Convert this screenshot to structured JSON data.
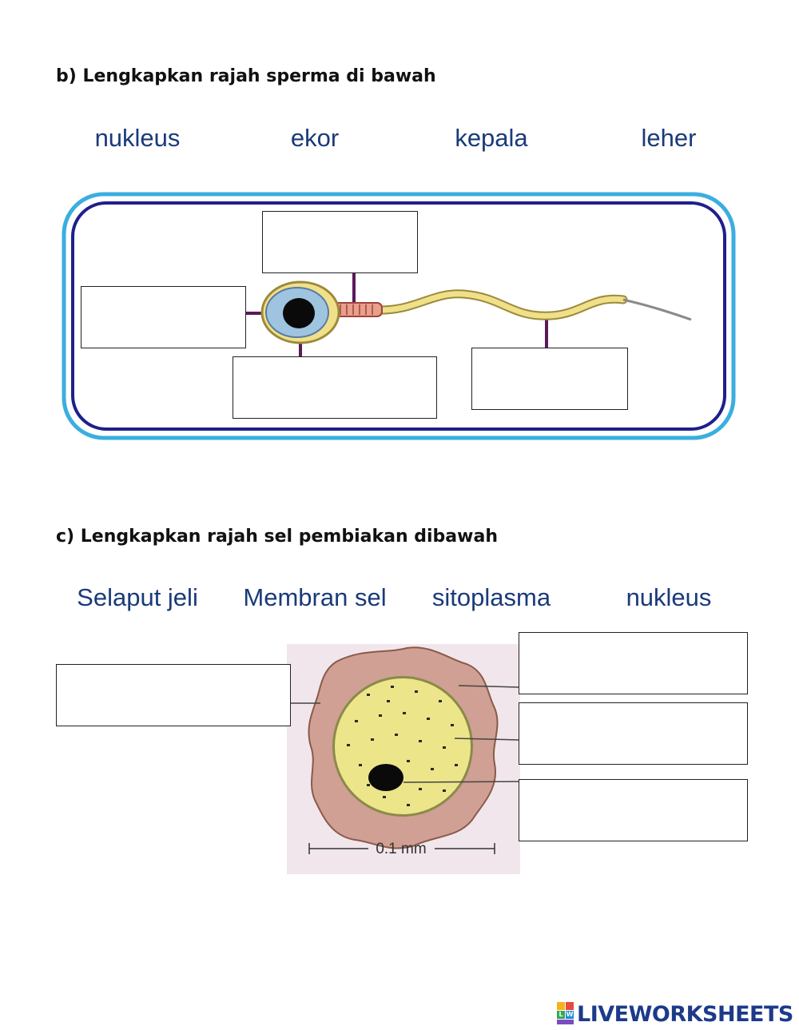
{
  "section_b": {
    "heading": "b) Lengkapkan rajah sperma di bawah",
    "words": [
      "nukleus",
      "ekor",
      "kepala",
      "leher"
    ]
  },
  "section_c": {
    "heading": "c) Lengkapkan rajah sel pembiakan dibawah",
    "words": [
      "Selaput jeli",
      "Membran sel",
      "sitoplasma",
      "nukleus"
    ],
    "scale_label": "0.1 mm"
  },
  "footer": {
    "brand": "LIVEWORKSHEETS",
    "logo_letters": [
      "L",
      "W"
    ]
  },
  "colors": {
    "word_blue": "#1a3a7a",
    "frame_outer": "#3aaee0",
    "frame_inner": "#1f1f8c",
    "leader_purple": "#5a1a5a"
  }
}
